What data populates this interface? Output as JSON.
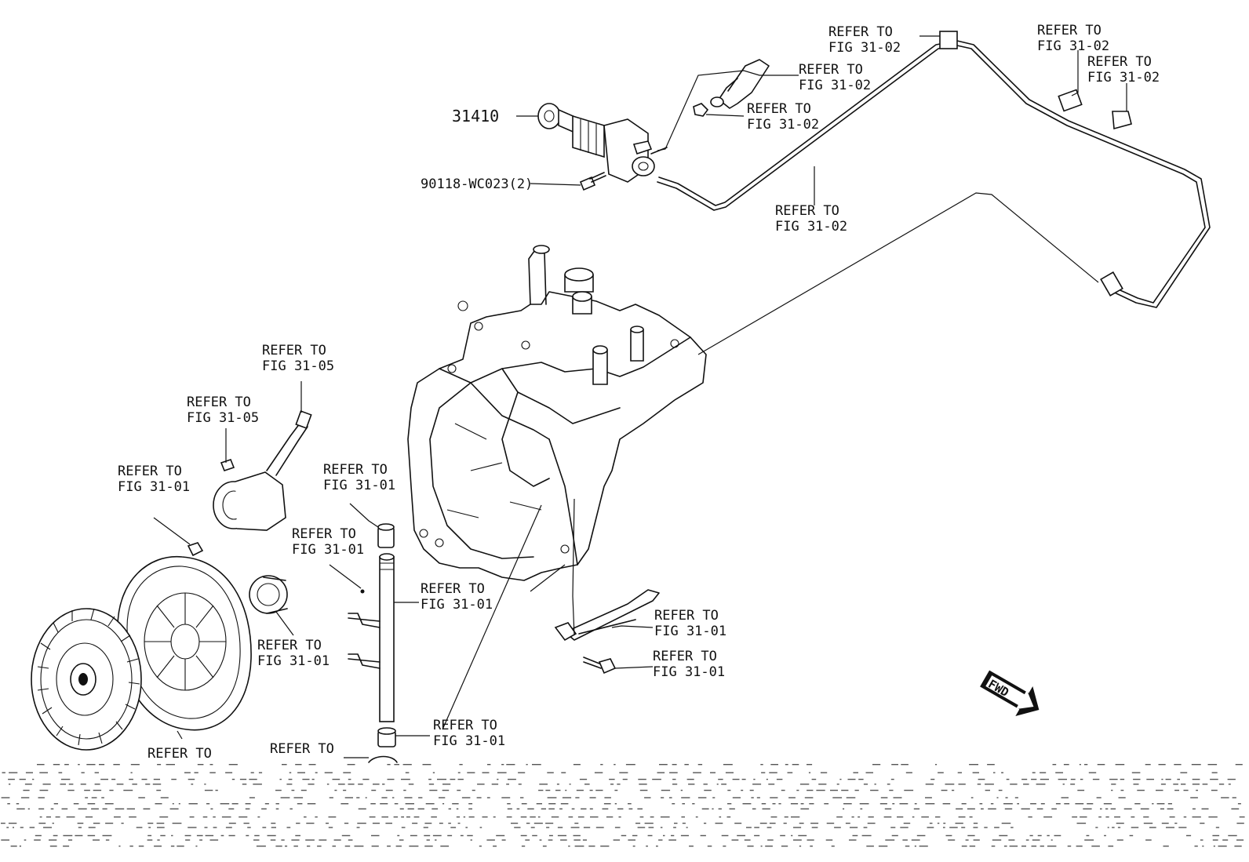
{
  "diagram": {
    "callouts": [
      {
        "id": "c1",
        "line1": "REFER TO",
        "line2": "FIG 31-02"
      },
      {
        "id": "c2",
        "line1": "REFER TO",
        "line2": "FIG 31-02"
      },
      {
        "id": "c3",
        "line1": "REFER TO",
        "line2": "FIG 31-02"
      },
      {
        "id": "c4",
        "line1": "REFER TO",
        "line2": "FIG 31-02"
      },
      {
        "id": "c5",
        "line1": "REFER TO",
        "line2": "FIG 31-02"
      },
      {
        "id": "c6",
        "line1": "REFER TO",
        "line2": "FIG 31-02"
      },
      {
        "id": "c7",
        "line1": "REFER TO",
        "line2": "FIG 31-05"
      },
      {
        "id": "c8",
        "line1": "REFER TO",
        "line2": "FIG 31-05"
      },
      {
        "id": "c9",
        "line1": "REFER TO",
        "line2": "FIG 31-01"
      },
      {
        "id": "c10",
        "line1": "REFER TO",
        "line2": "FIG 31-01"
      },
      {
        "id": "c11",
        "line1": "REFER TO",
        "line2": "FIG 31-01"
      },
      {
        "id": "c12",
        "line1": "REFER TO",
        "line2": "FIG 31-01"
      },
      {
        "id": "c13",
        "line1": "REFER TO",
        "line2": "FIG 31-01"
      },
      {
        "id": "c14",
        "line1": "REFER TO",
        "line2": "FIG 31-01"
      },
      {
        "id": "c15",
        "line1": "REFER TO",
        "line2": "FIG 31-01"
      },
      {
        "id": "c16",
        "line1": "REFER TO",
        "line2": "FIG 31-01"
      },
      {
        "id": "c17",
        "line1": "REFER TO",
        "line2": ""
      },
      {
        "id": "c18",
        "line1": "REFER TO",
        "line2": ""
      }
    ],
    "part_numbers": {
      "master_cylinder": "31410",
      "bolt": "90118-WC023(2)"
    },
    "fwd_label": "FWD"
  }
}
